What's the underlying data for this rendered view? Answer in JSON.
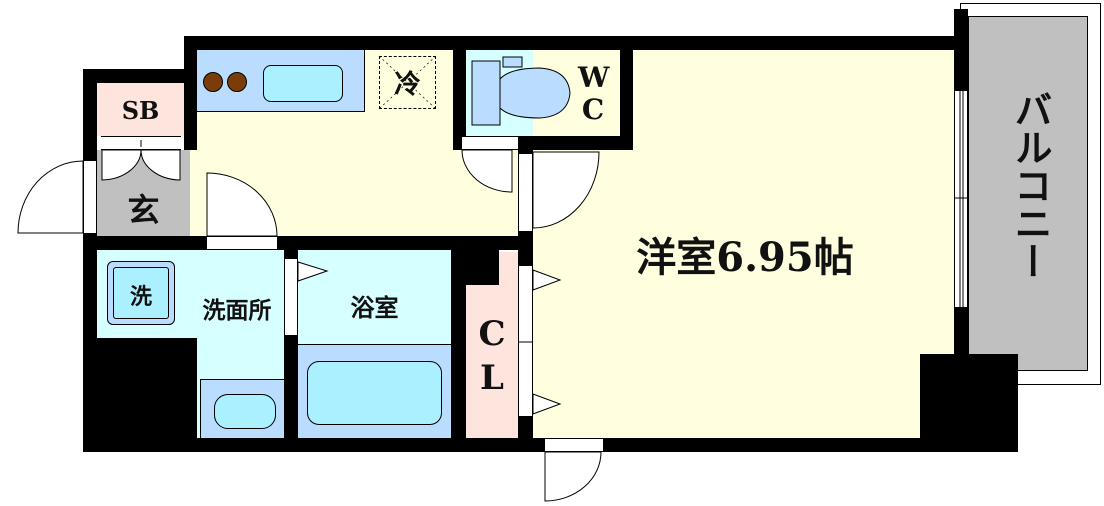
{
  "floorplan": {
    "rooms": {
      "storage_box": {
        "label": "SB"
      },
      "entrance": {
        "label": "玄"
      },
      "refrigerator": {
        "label": "冷"
      },
      "toilet": {
        "label_line1": "W",
        "label_line2": "C"
      },
      "western_room": {
        "label": "洋室6.95帖",
        "type": "洋室",
        "size_jo": "6.95"
      },
      "balcony": {
        "label": "バルコニー"
      },
      "washroom": {
        "label": "洗面所"
      },
      "washing_machine": {
        "label": "洗"
      },
      "bathroom": {
        "label": "浴室"
      },
      "closet": {
        "label_line1": "C",
        "label_line2": "L"
      }
    },
    "colors": {
      "wall": "#000000",
      "main_floor": "#ffffe0",
      "entrance_floor": "#c0c0c0",
      "storage_box": "#fde4dc",
      "closet": "#fde4dc",
      "kitchen_counter": "#b9dcff",
      "sink": "#aaf0ff",
      "water_area": "#d6ffff",
      "bathtub_area": "#b9dcff",
      "balcony": "#c0c0c0",
      "stove_burner": "#7a3d0a"
    }
  }
}
